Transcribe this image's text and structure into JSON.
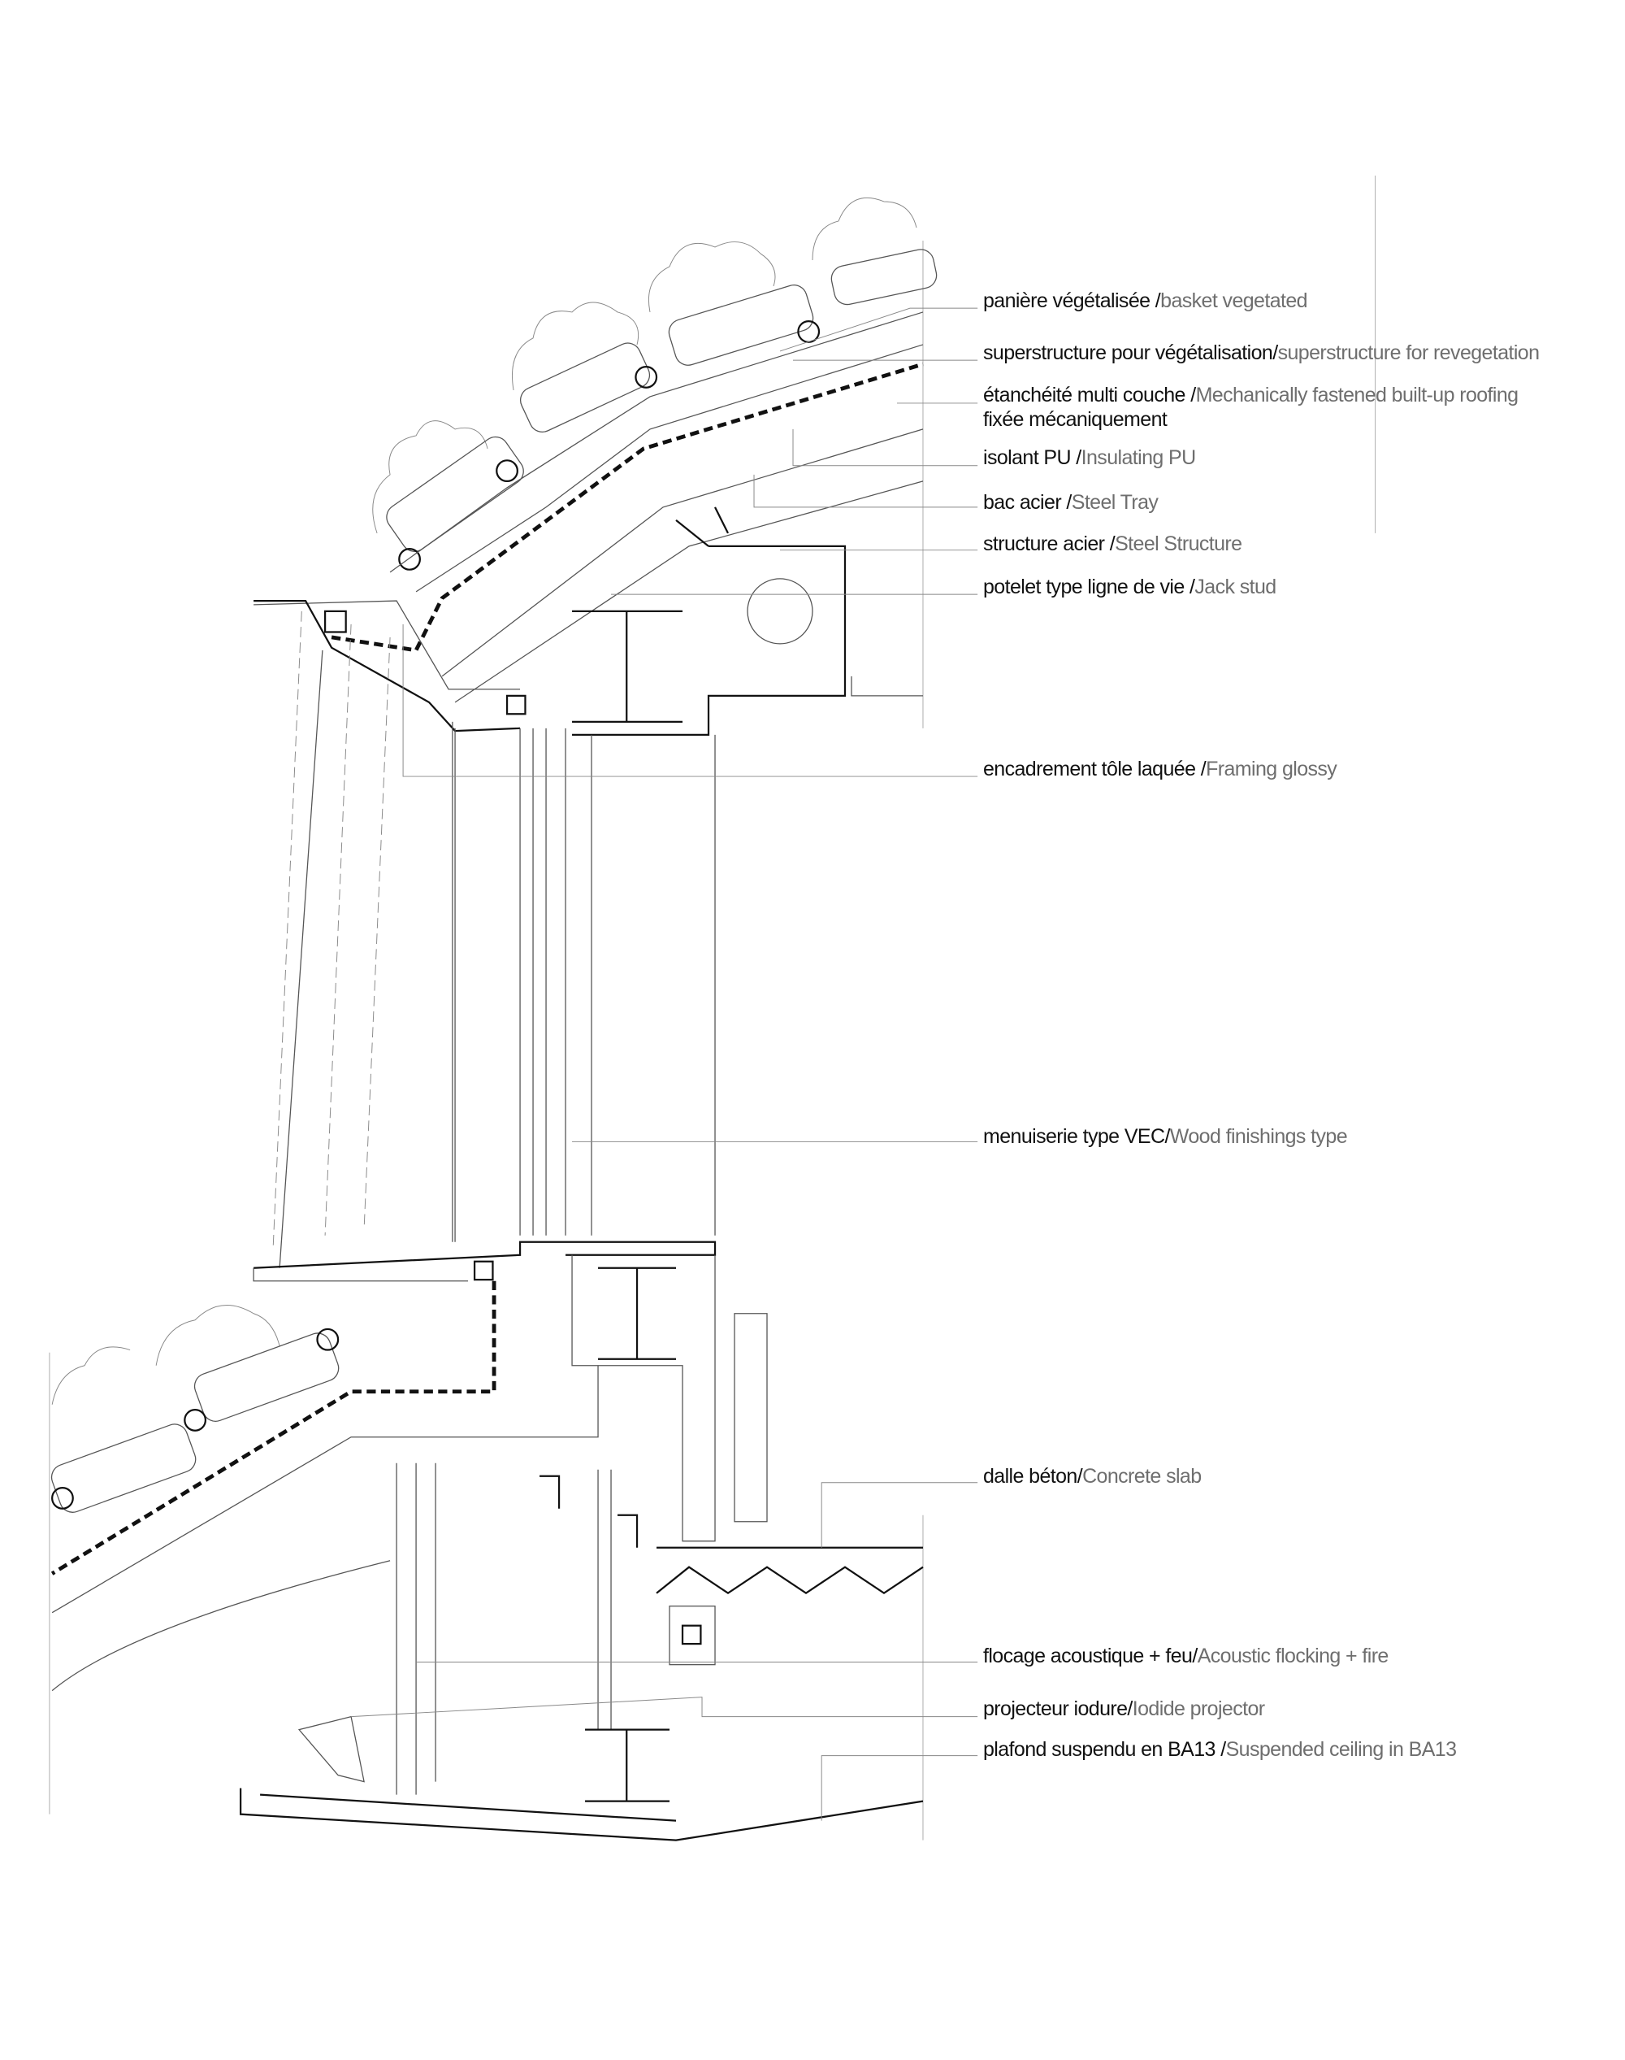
{
  "labels": [
    {
      "fr": "panière végétalisée ",
      "en": "basket vegetated"
    },
    {
      "fr": "superstructure pour végétalisation",
      "en": "superstructure for revegetation"
    },
    {
      "fr": "étanchéité multi couche ",
      "en": "Mechanically fastened built-up roofing",
      "fr2": "fixée mécaniquement"
    },
    {
      "fr": "isolant PU ",
      "en": "Insulating PU"
    },
    {
      "fr": "bac acier ",
      "en": "Steel Tray"
    },
    {
      "fr": "structure acier ",
      "en": "Steel Structure"
    },
    {
      "fr": "potelet type ligne de vie ",
      "en": "Jack stud"
    },
    {
      "fr": "encadrement tôle laquée ",
      "en": "Framing glossy"
    },
    {
      "fr": "menuiserie type VEC",
      "en": "Wood finishings type"
    },
    {
      "fr": "dalle béton",
      "en": "Concrete slab"
    },
    {
      "fr": "flocage acoustique + feu",
      "en": "Acoustic flocking + fire"
    },
    {
      "fr": "projecteur iodure",
      "en": "Iodide projector"
    },
    {
      "fr": "plafond suspendu en BA13 ",
      "en": "Suspended ceiling in BA13"
    }
  ],
  "separator": "/"
}
